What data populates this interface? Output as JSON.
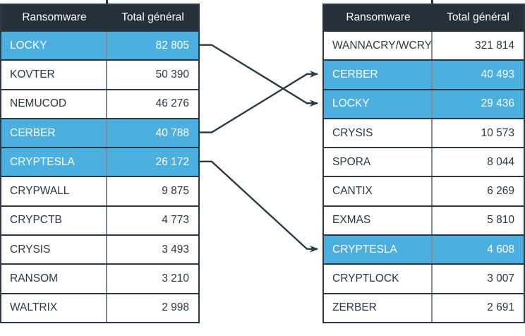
{
  "colors": {
    "header_bg": "#263039",
    "highlight_bg": "#4bafdf",
    "text_dark": "#2b3947",
    "divider": "#7e8b94",
    "arrow": "#2b3947"
  },
  "tables": [
    {
      "headers": [
        "Ransomware",
        "Total général"
      ],
      "rows": [
        {
          "name": "LOCKY",
          "total": "82 805",
          "highlight": true
        },
        {
          "name": "KOVTER",
          "total": "50 390",
          "highlight": false
        },
        {
          "name": "NEMUCOD",
          "total": "46 276",
          "highlight": false
        },
        {
          "name": "CERBER",
          "total": "40 788",
          "highlight": true
        },
        {
          "name": "CRYPTESLA",
          "total": "26 172",
          "highlight": true
        },
        {
          "name": "CRYPWALL",
          "total": "9 875",
          "highlight": false
        },
        {
          "name": "CRYPCTB",
          "total": "4 773",
          "highlight": false
        },
        {
          "name": "CRYSIS",
          "total": "3 493",
          "highlight": false
        },
        {
          "name": "RANSOM",
          "total": "3 210",
          "highlight": false
        },
        {
          "name": "WALTRIX",
          "total": "2 998",
          "highlight": false
        }
      ]
    },
    {
      "headers": [
        "Ransomware",
        "Total général"
      ],
      "rows": [
        {
          "name": "WANNACRY/WCRY",
          "total": "321 814",
          "highlight": false
        },
        {
          "name": "CERBER",
          "total": "40 493",
          "highlight": true
        },
        {
          "name": "LOCKY",
          "total": "29 436",
          "highlight": true
        },
        {
          "name": "CRYSIS",
          "total": "10 573",
          "highlight": false
        },
        {
          "name": "SPORA",
          "total": "8 044",
          "highlight": false
        },
        {
          "name": "CANTIX",
          "total": "6 269",
          "highlight": false
        },
        {
          "name": "EXMAS",
          "total": "5 810",
          "highlight": false
        },
        {
          "name": "CRYPTESLA",
          "total": "4 608",
          "highlight": true
        },
        {
          "name": "CRYPTLOCK",
          "total": "3 007",
          "highlight": false
        },
        {
          "name": "ZERBER",
          "total": "2 691",
          "highlight": false
        }
      ]
    }
  ],
  "connections": [
    {
      "from": "LOCKY",
      "to": "LOCKY"
    },
    {
      "from": "CERBER",
      "to": "CERBER"
    },
    {
      "from": "CRYPTESLA",
      "to": "CRYPTESLA"
    }
  ],
  "chart_data": [
    {
      "type": "table",
      "title": "",
      "columns": [
        "Ransomware",
        "Total général"
      ],
      "rows": [
        [
          "LOCKY",
          82805
        ],
        [
          "KOVTER",
          50390
        ],
        [
          "NEMUCOD",
          46276
        ],
        [
          "CERBER",
          40788
        ],
        [
          "CRYPTESLA",
          26172
        ],
        [
          "CRYPWALL",
          9875
        ],
        [
          "CRYPCTB",
          4773
        ],
        [
          "CRYSIS",
          3493
        ],
        [
          "RANSOM",
          3210
        ],
        [
          "WALTRIX",
          2998
        ]
      ],
      "highlighted_rows": [
        "LOCKY",
        "CERBER",
        "CRYPTESLA"
      ]
    },
    {
      "type": "table",
      "title": "",
      "columns": [
        "Ransomware",
        "Total général"
      ],
      "rows": [
        [
          "WANNACRY/WCRY",
          321814
        ],
        [
          "CERBER",
          40493
        ],
        [
          "LOCKY",
          29436
        ],
        [
          "CRYSIS",
          10573
        ],
        [
          "SPORA",
          8044
        ],
        [
          "CANTIX",
          6269
        ],
        [
          "EXMAS",
          5810
        ],
        [
          "CRYPTESLA",
          4608
        ],
        [
          "CRYPTLOCK",
          3007
        ],
        [
          "ZERBER",
          2691
        ]
      ],
      "highlighted_rows": [
        "CERBER",
        "LOCKY",
        "CRYPTESLA"
      ]
    }
  ]
}
